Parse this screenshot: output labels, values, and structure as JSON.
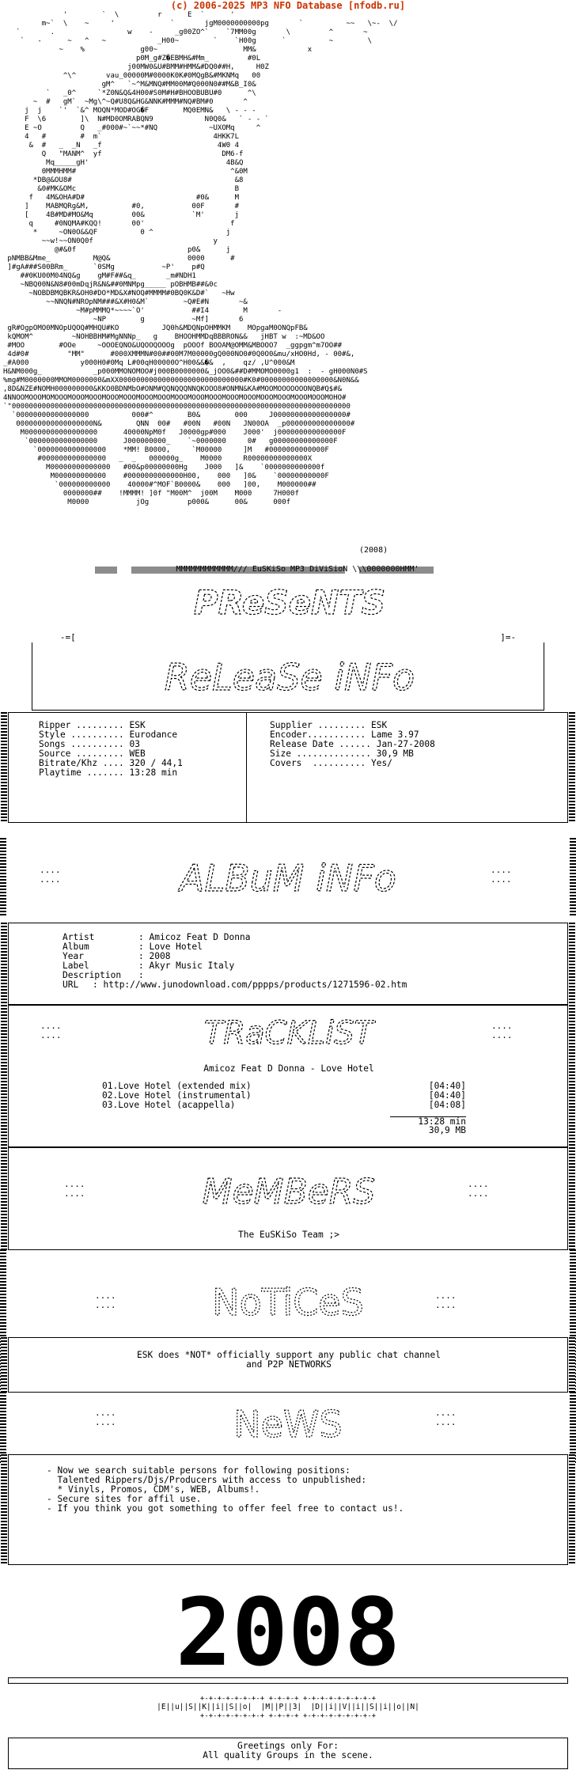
{
  "site_header": "(c) 2006-2025 MP3 NFO Database [nfodb.ru]",
  "group_tag": "MMMMMMMMMMMM/// EuSKiSo MP3 DiViSioN \\\\\\0000000HMM'",
  "tag_year": "(2008)",
  "sections": {
    "presents": "PReSeNTS",
    "release_info": "ReLeaSe iNFo",
    "album_info": "ALBuM iNFo",
    "tracklist": "TRaCKLiST",
    "members": "MeMBeRS",
    "notices": "NoTiCeS",
    "news": "NeWS"
  },
  "release": {
    "left": [
      {
        "label": "Ripper .........",
        "value": "ESK"
      },
      {
        "label": "Style ..........",
        "value": "Eurodance"
      },
      {
        "label": "Songs ..........",
        "value": "03"
      },
      {
        "label": "Source .........",
        "value": "WEB"
      },
      {
        "label": "Bitrate/Khz ....",
        "value": "320 / 44,1"
      },
      {
        "label": "Playtime .......",
        "value": "13:28 min"
      }
    ],
    "right": [
      {
        "label": "Supplier .........",
        "value": "ESK"
      },
      {
        "label": "Encoder...........",
        "value": "Lame 3.97"
      },
      {
        "label": "Release Date ......",
        "value": "Jan-27-2008"
      },
      {
        "label": "Size ..............",
        "value": "30,9 MB"
      },
      {
        "label": "Covers  ..........",
        "value": "Yes/"
      }
    ]
  },
  "album": [
    {
      "label": "Artist",
      "value": "Amicoz Feat D Donna"
    },
    {
      "label": "Album",
      "value": "Love Hotel"
    },
    {
      "label": "Year",
      "value": "2008"
    },
    {
      "label": "Label",
      "value": "Akyr Music Italy"
    },
    {
      "label": "Description",
      "value": ""
    },
    {
      "label": "URL",
      "value": "http://www.junodownload.com/pppps/products/1271596-02.htm"
    }
  ],
  "tracklist_heading": "Amicoz Feat D Donna - Love Hotel",
  "tracks": [
    {
      "title": "01.Love Hotel (extended mix)",
      "time": "[04:40]"
    },
    {
      "title": "02.Love Hotel (instrumental)",
      "time": "[04:40]"
    },
    {
      "title": "03.Love Hotel (acappella)",
      "time": "[04:08]"
    }
  ],
  "total_time": "13:28 min",
  "total_size": "30,9 MB",
  "members_text": "The EuSKiSo Team ;>",
  "notice_line1": "ESK does *NOT* officially support any public chat channel",
  "notice_line2": "and P2P NETWORKS",
  "news": [
    "- Now we search suitable persons for following positions:",
    "  Talented Rippers/Djs/Producers with access to unpublished:",
    "  * Vinyls, Promos, CDM's, WEB, Albums!.",
    "",
    "- Secure sites for affil use.",
    "",
    "- If you think you got something to offer feel free to contact us!."
  ],
  "year_big": "2008",
  "letter_row": "|E||u||S||K||i||S||o|  |M||P||3|  |D||i||V||i||S||i||o||N|",
  "greetings_line1": "Greetings only For:",
  "greetings_line2": "All quality Groups in the scene."
}
